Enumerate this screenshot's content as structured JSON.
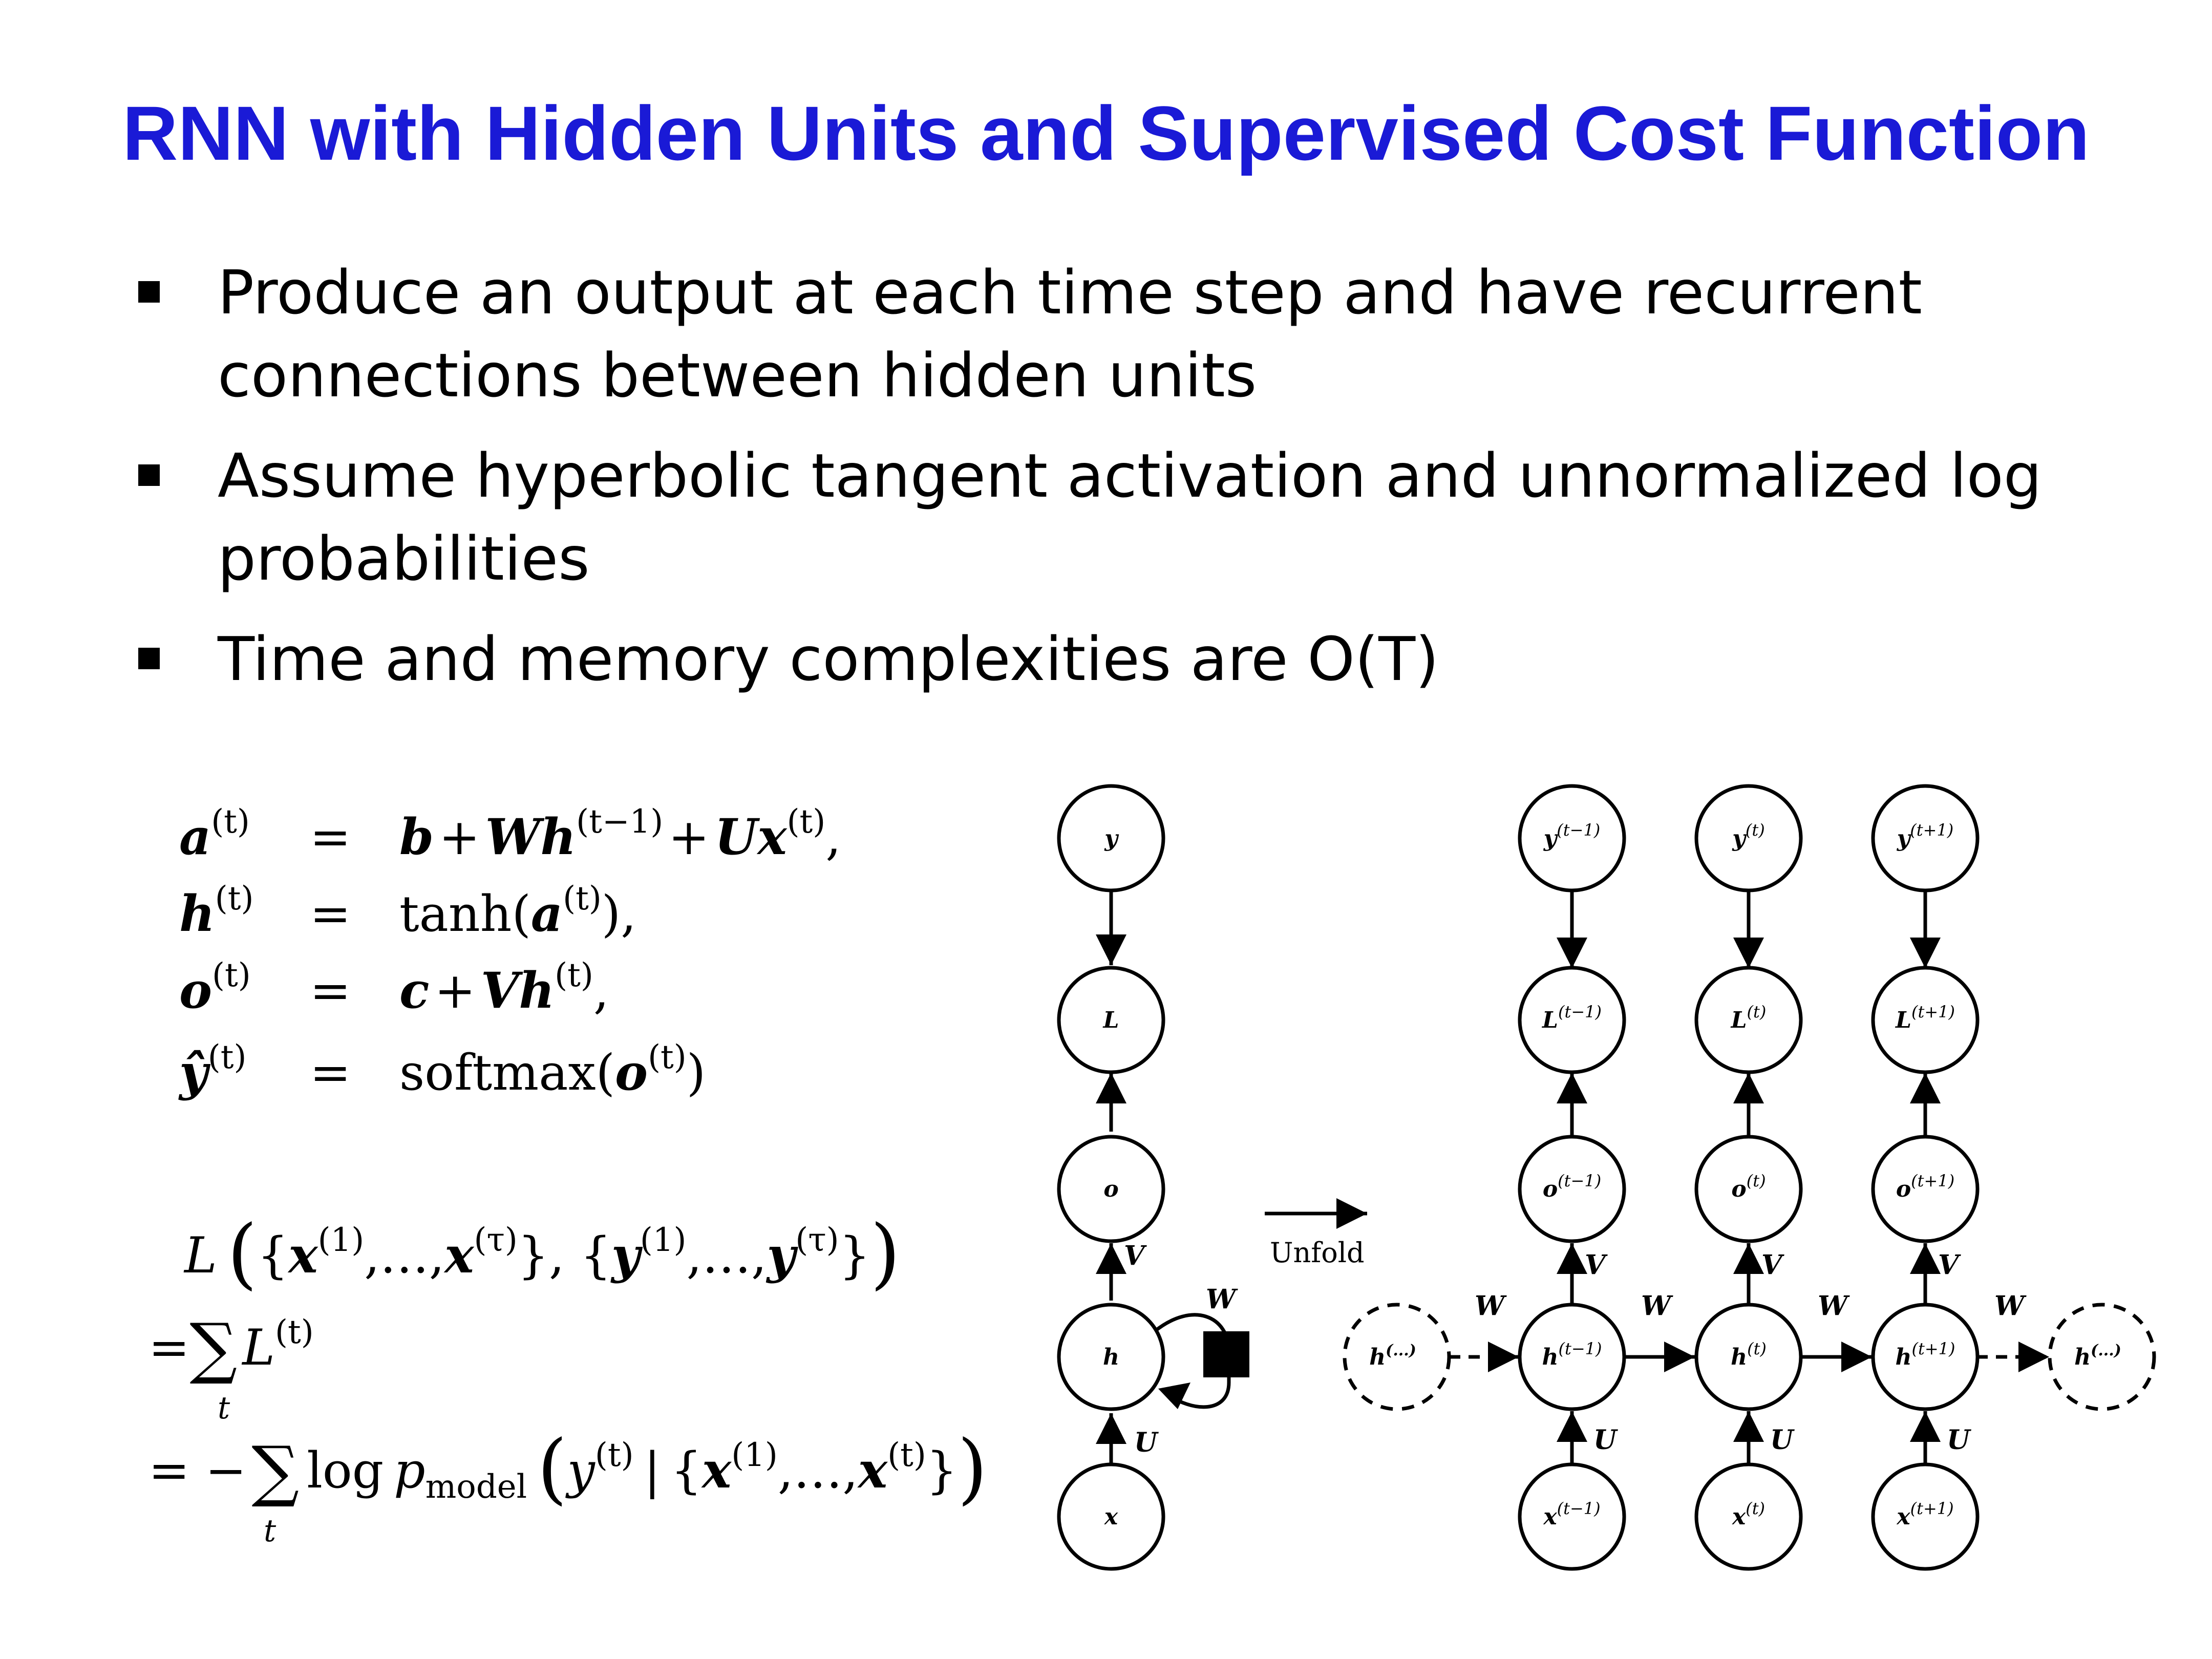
{
  "title": "RNN with Hidden Units and Supervised Cost Function",
  "colors": {
    "title": "#1a1ad6",
    "text": "#000000"
  },
  "bullets": [
    {
      "line1": "Produce an output at each time step and have recurrent",
      "line2": "connections between hidden units"
    },
    {
      "line1": "Assume hyperbolic tangent activation and unnormalized log",
      "line2": "probabilities"
    },
    {
      "line1": "Time and memory complexities are O(T)",
      "line2": ""
    }
  ],
  "equations": {
    "eq1_lhs": "a",
    "eq1_sup": "(t)",
    "eq_sign": "=",
    "eq1_rhs": [
      "b",
      "+",
      "W",
      "h",
      "(t−1)",
      "+",
      "U",
      "x",
      "(t)",
      ","
    ],
    "eq2_lhs": "h",
    "eq2_sup": "(t)",
    "eq2_fn": "tanh(",
    "eq2_arg": "a",
    "eq2_argsup": "(t)",
    "eq2_tail": "),",
    "eq3_lhs": "o",
    "eq3_sup": "(t)",
    "eq3_c": "c",
    "eq3_plus": "+",
    "eq3_V": "V",
    "eq3_h": "h",
    "eq3_hsup": "(t)",
    "eq3_tail": ",",
    "eq4_lhs": "ŷ",
    "eq4_sup": "(t)",
    "eq4_fn": "softmax(",
    "eq4_arg": "o",
    "eq4_argsup": "(t)",
    "eq4_tail": ")",
    "loss_L": "L",
    "loss_x": "x",
    "loss_y": "y",
    "loss_sup1": "(1)",
    "loss_suptau": "(τ)",
    "loss_dots": ",…,",
    "loss_line2_prefix": "=",
    "sum": "∑",
    "sum_index": "t",
    "loss_L2": "L",
    "loss_L2sup": "(t)",
    "loss_line3_prefix": "= −",
    "log": "log",
    "p": "p",
    "p_sub": "model",
    "bar": "|",
    "sup_t": "(t)"
  },
  "diagram": {
    "folded": {
      "y": "y",
      "L": "L",
      "o": "o",
      "h": "h",
      "x": "x",
      "V": "V",
      "W": "W",
      "U": "U"
    },
    "unfold_label": "Unfold",
    "unrolled": {
      "W": "W",
      "V": "V",
      "U": "U",
      "h_dots": "h",
      "dots_sup": "(...)",
      "columns": [
        {
          "sup": "(t−1)"
        },
        {
          "sup": "(t)"
        },
        {
          "sup": "(t+1)"
        }
      ],
      "node_letters": {
        "y": "y",
        "L": "L",
        "o": "o",
        "h": "h",
        "x": "x"
      }
    }
  }
}
